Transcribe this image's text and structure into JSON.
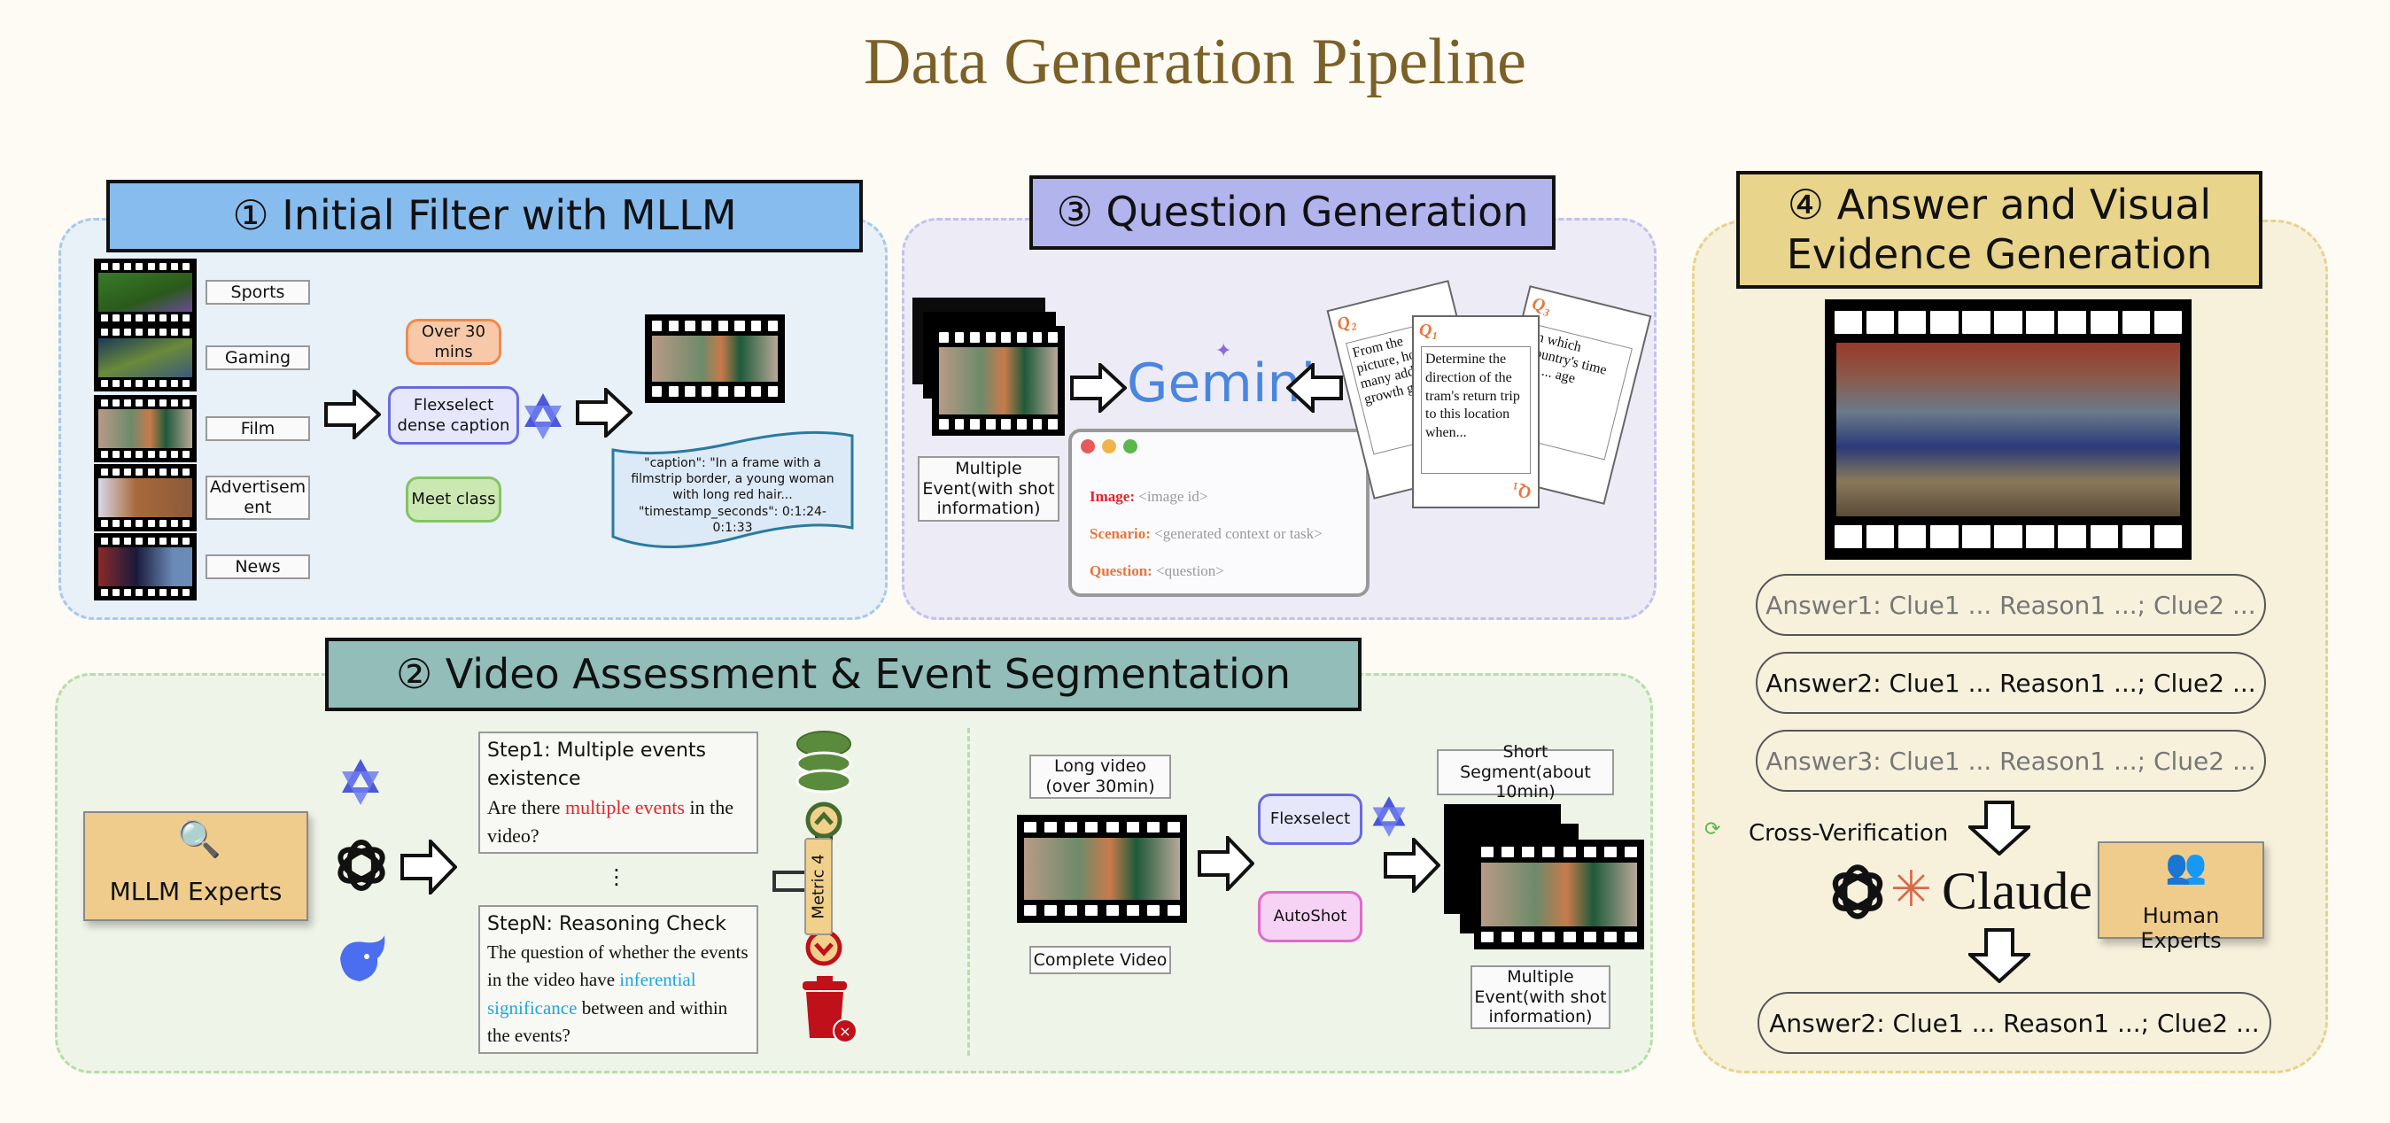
{
  "title": "Data Generation Pipeline",
  "colors": {
    "title": "#7b6128",
    "panel1_header": "#87bcee",
    "panel2_header": "#92bdb8",
    "panel3_header": "#b2b4ee",
    "panel4_header": "#e8d48a",
    "highlight_red": "#e8222a",
    "highlight_cyan": "#1aa7e0",
    "orange_label": "#e8763a"
  },
  "stage1": {
    "header": "① Initial Filter with MLLM",
    "categories": [
      "Sports",
      "Gaming",
      "Film",
      "Advertisement",
      "News"
    ],
    "criteria": {
      "duration": "Over 30 mins",
      "caption_tool": "Flexselect dense caption",
      "class": "Meet class"
    },
    "caption_output": {
      "caption": "\"caption\": \"In a frame with a filmstrip border, a young woman with long red hair...",
      "timestamp": "\"timestamp_seconds\": 0:1:24-0:1:33"
    },
    "icons": [
      "qwen-icon",
      "right-arrow-icon",
      "filmstrip-icon"
    ]
  },
  "stage2": {
    "header": "② Video Assessment & Event Segmentation",
    "experts_label": "MLLM Experts",
    "step1": {
      "title": "Step1: Multiple events existence",
      "pre": "Are there ",
      "highlight": "multiple events",
      "post": " in the video?"
    },
    "ellipsis": "⋮",
    "stepN": {
      "title": "StepN: Reasoning Check",
      "pre": "The question of whether the events in the video have ",
      "highlight": "inferential significance",
      "post": " between and within the events?"
    },
    "metric_label": "Metric 4",
    "long_video_label": "Long video (over 30min)",
    "complete_video_label": "Complete Video",
    "tool_flexselect": "Flexselect",
    "tool_autoshot": "AutoShot",
    "short_segment_label": "Short Segment(about 10min)",
    "multiple_event_label": "Multiple Event(with shot information)"
  },
  "stage3": {
    "header": "③ Question Generation",
    "input_label": "Multiple Event(with shot information)",
    "model": "Gemini",
    "prompt": {
      "image_key": "Image:",
      "image_val": "<image id>",
      "scenario_key": "Scenario:",
      "scenario_val": "<generated context or task>",
      "question_key": "Question:",
      "question_val": "<question>"
    },
    "cards": [
      {
        "label": "Q₂",
        "text": "From the picture, how many additional growth gue..."
      },
      {
        "label": "Q₁",
        "text": "Determine the direction of the tram's return trip to this location when..."
      },
      {
        "label": "Q₃",
        "text": "In which country's time do ... age"
      }
    ]
  },
  "stage4": {
    "header_line1": "④ Answer and Visual",
    "header_line2": "Evidence Generation",
    "answers": [
      {
        "text": "Answer1: Clue1 ... Reason1 ...; Clue2 ...",
        "state": "dimmed"
      },
      {
        "text": "Answer2: Clue1 ... Reason1 ...; Clue2 ...",
        "state": "selected"
      },
      {
        "text": "Answer3: Clue1 ... Reason1 ...; Clue2 ...",
        "state": "dimmed"
      }
    ],
    "cross_verification": "Cross-Verification",
    "verifier_model": "Claude",
    "human_experts": "Human Experts",
    "final_answer": "Answer2: Clue1 ... Reason1 ...; Clue2 ..."
  }
}
